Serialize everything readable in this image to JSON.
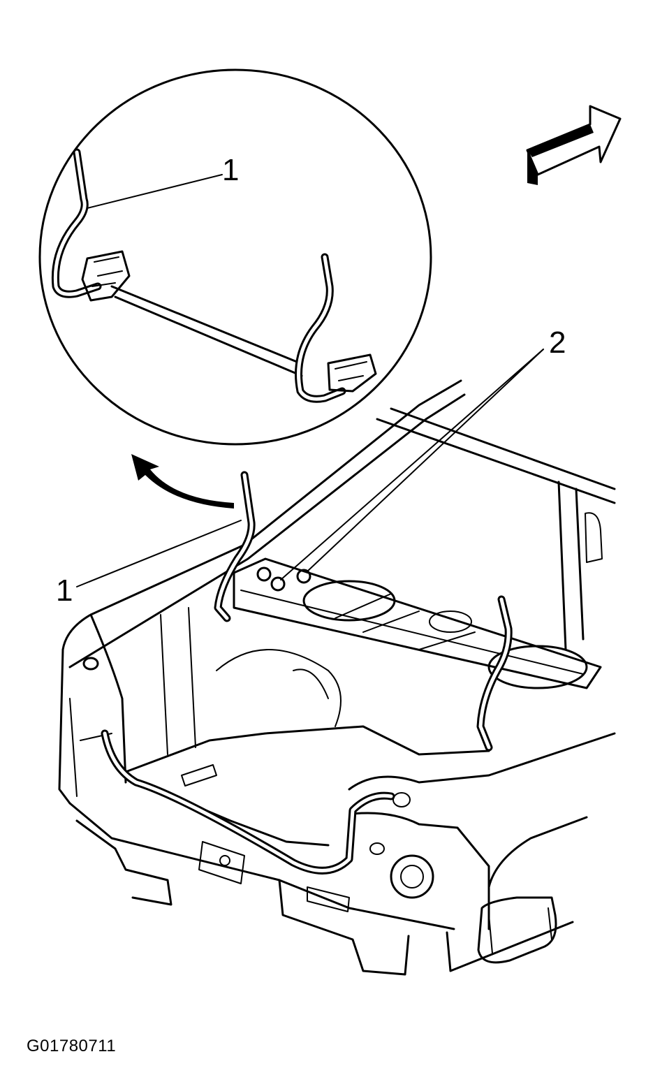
{
  "diagram": {
    "callouts": {
      "detail_cable": "1",
      "body_cable": "1",
      "fasteners": "2"
    },
    "figure_id": "G01780711"
  }
}
